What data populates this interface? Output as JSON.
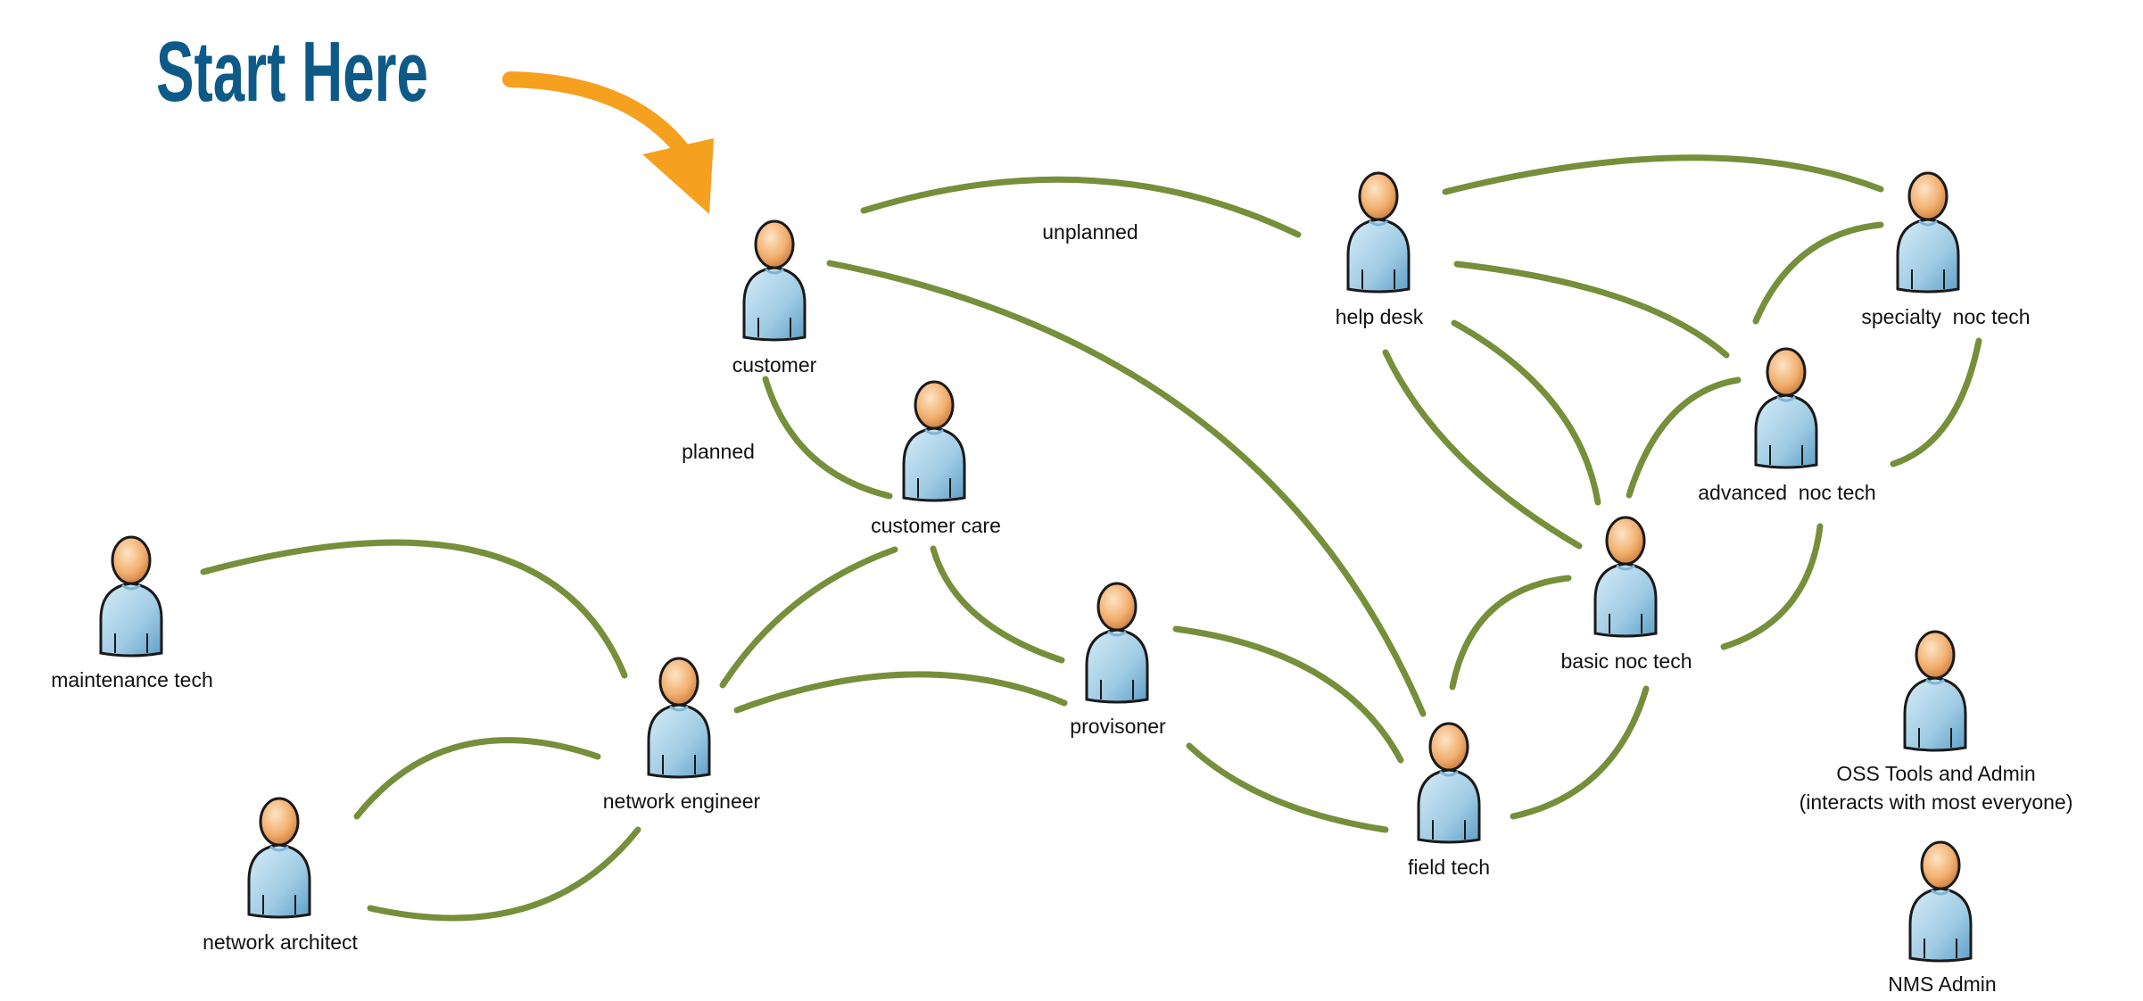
{
  "title": "Start Here",
  "colors": {
    "title": "#0d5a88",
    "start_arrow": "#f6a020",
    "edge": "#758f3a",
    "person_body": "#9fcbe4",
    "person_head": "#f2b070"
  },
  "nodes": [
    {
      "id": "customer",
      "label": "customer",
      "icon": "person-icon"
    },
    {
      "id": "customer-care",
      "label": "customer care",
      "icon": "person-icon"
    },
    {
      "id": "help-desk",
      "label": "help desk",
      "icon": "person-icon"
    },
    {
      "id": "specialty-noc-tech",
      "label": "specialty  noc tech",
      "icon": "person-icon"
    },
    {
      "id": "advanced-noc-tech",
      "label": "advanced  noc tech",
      "icon": "person-icon"
    },
    {
      "id": "basic-noc-tech",
      "label": "basic noc tech",
      "icon": "person-icon"
    },
    {
      "id": "provisoner",
      "label": "provisoner",
      "icon": "person-icon"
    },
    {
      "id": "field-tech",
      "label": "field tech",
      "icon": "person-icon"
    },
    {
      "id": "network-engineer",
      "label": "network engineer",
      "icon": "person-icon"
    },
    {
      "id": "maintenance-tech",
      "label": "maintenance tech",
      "icon": "person-icon"
    },
    {
      "id": "network-architect",
      "label": "network architect",
      "icon": "person-icon"
    },
    {
      "id": "oss-tools-admin",
      "label": "OSS Tools and Admin",
      "sublabel": "(interacts with most everyone)",
      "icon": "person-icon"
    },
    {
      "id": "nms-admin",
      "label": "NMS Admin",
      "icon": "person-icon"
    }
  ],
  "edge_labels": {
    "unplanned": "unplanned",
    "planned": "planned"
  },
  "edges": [
    {
      "from": "customer",
      "to": "help-desk",
      "label": "unplanned"
    },
    {
      "from": "customer",
      "to": "customer-care",
      "label": "planned"
    },
    {
      "from": "field-tech",
      "to": "customer"
    },
    {
      "from": "specialty-noc-tech",
      "to": "help-desk"
    },
    {
      "from": "specialty-noc-tech",
      "to": "advanced-noc-tech"
    },
    {
      "from": "advanced-noc-tech",
      "to": "help-desk"
    },
    {
      "from": "advanced-noc-tech",
      "to": "basic-noc-tech"
    },
    {
      "from": "advanced-noc-tech",
      "to": "specialty-noc-tech"
    },
    {
      "from": "help-desk",
      "to": "basic-noc-tech"
    },
    {
      "from": "basic-noc-tech",
      "to": "help-desk"
    },
    {
      "from": "basic-noc-tech",
      "to": "advanced-noc-tech"
    },
    {
      "from": "basic-noc-tech",
      "to": "field-tech"
    },
    {
      "from": "field-tech",
      "to": "basic-noc-tech"
    },
    {
      "from": "field-tech",
      "to": "provisoner"
    },
    {
      "from": "provisoner",
      "to": "field-tech"
    },
    {
      "from": "provisoner",
      "to": "network-engineer"
    },
    {
      "from": "customer-care",
      "to": "provisoner"
    },
    {
      "from": "customer-care",
      "to": "network-engineer"
    },
    {
      "from": "network-engineer",
      "to": "maintenance-tech"
    },
    {
      "from": "network-engineer",
      "to": "network-architect"
    },
    {
      "from": "network-architect",
      "to": "network-engineer"
    }
  ]
}
